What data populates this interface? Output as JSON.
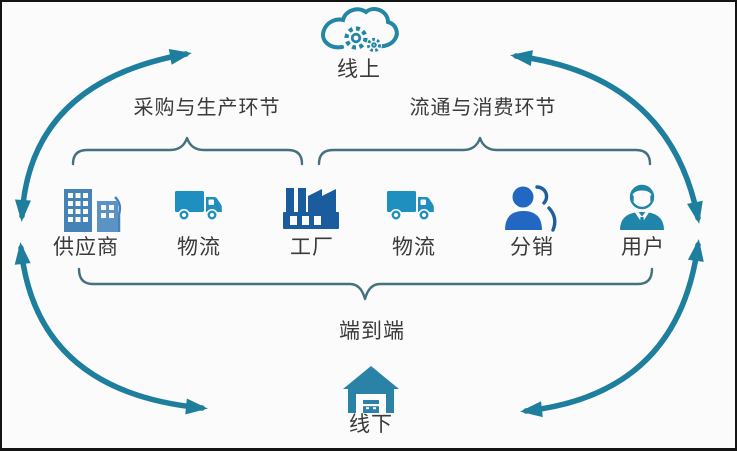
{
  "colors": {
    "background": "#fbfbfb",
    "arrow": "#1e7e9d",
    "brace": "#45707e",
    "cloud": "#2386a5",
    "buildings_blue": "#4583b7",
    "buildings_blue_light": "#5b94c4",
    "truck_blue": "#1e8fbe",
    "factory_blue": "#1b5c9e",
    "people_blue": "#2268c3",
    "user_teal": "#1f86aa",
    "warehouse_teal": "#2a83a6",
    "text": "#3a3a3a"
  },
  "online": {
    "icon": "cloud-gears-icon",
    "label": "线上"
  },
  "offline": {
    "icon": "warehouse-icon",
    "label": "线下"
  },
  "sections": {
    "procurement_production": "采购与生产环节",
    "circulation_consumption": "流通与消费环节",
    "end_to_end": "端到端"
  },
  "chain": [
    {
      "icon": "buildings-icon",
      "label": "供应商"
    },
    {
      "icon": "truck-icon",
      "label": "物流"
    },
    {
      "icon": "factory-icon",
      "label": "工厂"
    },
    {
      "icon": "truck-icon",
      "label": "物流"
    },
    {
      "icon": "people-icon",
      "label": "分销"
    },
    {
      "icon": "user-icon",
      "label": "用户"
    }
  ]
}
